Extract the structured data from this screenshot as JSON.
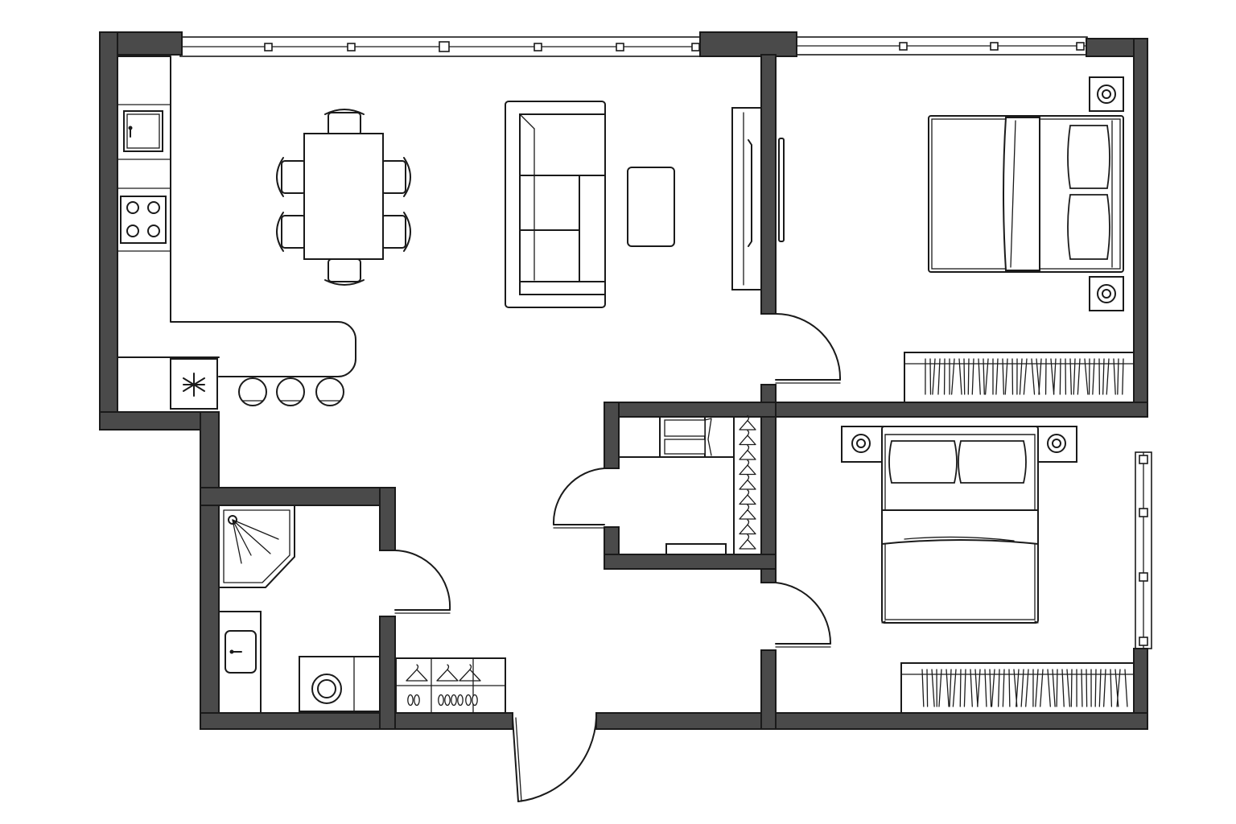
{
  "drawing": {
    "kind": "apartment floor plan",
    "style": "black line drawing with dark grey walls",
    "wall_color": "#4a4a4a",
    "line_color": "#1a1a1a",
    "background": "#ffffff"
  },
  "rooms": [
    {
      "id": "kitchen-living",
      "items": [
        "sink",
        "cooktop",
        "fridge",
        "kitchen-counter",
        "bar-counter",
        "bar-stools",
        "dining-table",
        "dining-chairs",
        "sectional-sofa",
        "coffee-table",
        "tv-unit",
        "tv"
      ]
    },
    {
      "id": "bedroom-1",
      "items": [
        "double-bed",
        "nightstands",
        "wardrobe"
      ]
    },
    {
      "id": "bedroom-2",
      "items": [
        "double-bed",
        "nightstands",
        "wardrobe",
        "window"
      ]
    },
    {
      "id": "walk-in-closet",
      "items": [
        "shelving",
        "hangers",
        "bench"
      ]
    },
    {
      "id": "bathroom",
      "items": [
        "corner-shower",
        "washbasin",
        "washing-machine"
      ]
    },
    {
      "id": "entry-hall",
      "items": [
        "coat-rack",
        "shoes",
        "entrance-door"
      ]
    }
  ],
  "counts": {
    "dining_chairs": 6,
    "bar_stools": 3,
    "beds": 2,
    "nightstands": 4,
    "doors": 5,
    "closet_hangers": 9,
    "hall_hangers": 3,
    "hall_shoe_pairs": 4
  }
}
